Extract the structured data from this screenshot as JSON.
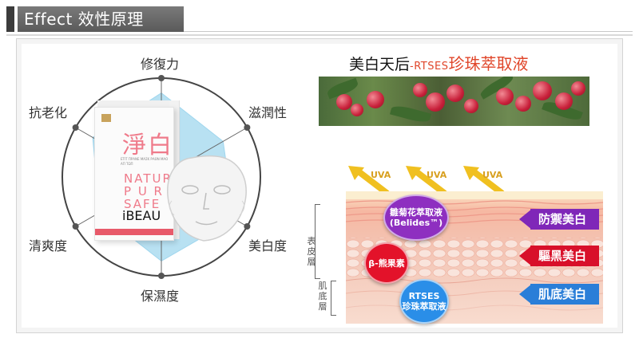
{
  "header": {
    "title": "Effect 效性原理"
  },
  "radar": {
    "labels": [
      "修復力",
      "滋潤性",
      "美白度",
      "保濕度",
      "清爽度",
      "抗老化"
    ],
    "values": [
      0.85,
      0.72,
      0.85,
      0.85,
      0.72,
      0.8
    ]
  },
  "product": {
    "box_title": "淨白",
    "box_small_text": "ΕΤΙΤ ΠΡΑΝΕ ΜΑΣΚ ΡΑΘΝ ΜΑΟ ΑΠ ΤΩΠ",
    "box_word_1": "NATURAL",
    "box_word_2": "P U R",
    "box_word_3": "SAFE",
    "box_brand": "iBEAU"
  },
  "berry": {
    "title_main": "美白天后",
    "title_rtses": "-RTSES",
    "title_accent": "珍珠萃取液"
  },
  "skin": {
    "uva_labels": [
      "UVA",
      "UVA",
      "UVA"
    ],
    "layer_epidermis": "表皮層",
    "layer_dermis": "肌底層",
    "bubbles": [
      {
        "line1": "雛菊花萃取液",
        "line2": "(Belides™)",
        "color": "#8e2fc0"
      },
      {
        "line1": "β-熊果素",
        "line2": "",
        "color": "#e3122a"
      },
      {
        "line1": "RTSES",
        "line2": "珍珠萃取液",
        "color": "#2a8ee8"
      }
    ],
    "tags": [
      {
        "label": "防禦美白",
        "color": "#7f27b8"
      },
      {
        "label": "驅黑美白",
        "color": "#d8102a"
      },
      {
        "label": "肌底美白",
        "color": "#2a7ed8"
      }
    ]
  },
  "colors": {
    "accent_red": "#e0462a",
    "radar_fill": "#7ec8e8"
  }
}
